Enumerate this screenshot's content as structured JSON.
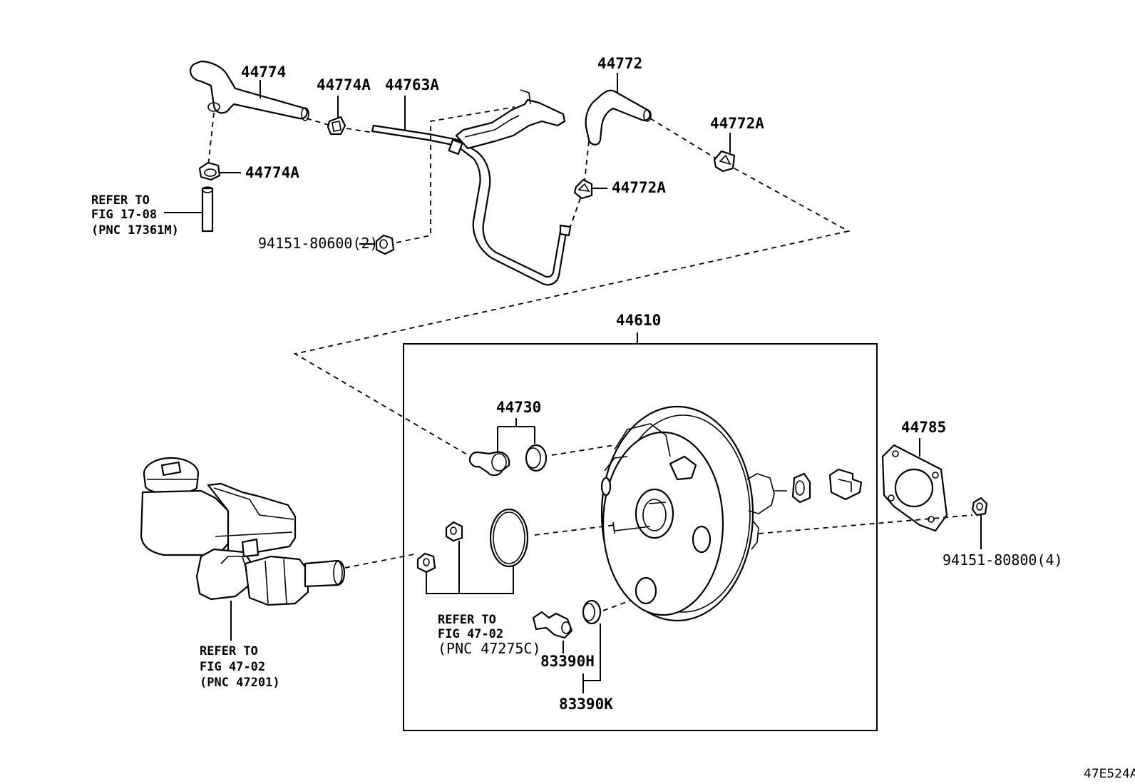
{
  "labels": {
    "p44774": "44774",
    "p44774A_top": "44774A",
    "p44763A": "44763A",
    "p44772": "44772",
    "p44772A_right": "44772A",
    "p44774A_left": "44774A",
    "p44772A_mid": "44772A",
    "p94151_80600": "94151-80600(2)",
    "p44610": "44610",
    "p44730": "44730",
    "p44785": "44785",
    "p94151_80800": "94151-80800(4)",
    "p83390H": "83390H",
    "p83390K": "83390K"
  },
  "refs": {
    "fig17": {
      "line1": "REFER TO",
      "line2": "FIG 17-08",
      "line3": "(PNC 17361M)"
    },
    "fig47a": {
      "line1": "REFER TO",
      "line2": "FIG 47-02",
      "line3": "(PNC 47275C)"
    },
    "fig47b": {
      "line1": "REFER TO",
      "line2": "FIG 47-02",
      "line3": "(PNC 47201)"
    }
  },
  "diagram_id": "47E524A"
}
